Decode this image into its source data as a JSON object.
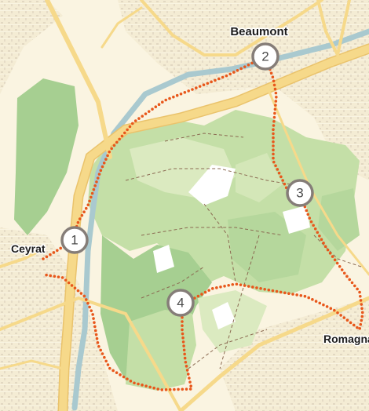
{
  "map": {
    "places": [
      {
        "name": "Beaumont"
      },
      {
        "name": "Ceyrat"
      },
      {
        "name": "Romagnat"
      }
    ],
    "waypoints": [
      {
        "number": "1"
      },
      {
        "number": "2"
      },
      {
        "number": "3"
      },
      {
        "number": "4"
      }
    ],
    "colors": {
      "background": "#faf4e1",
      "forest_dark": "#a6cf91",
      "forest_mid": "#c4dfa7",
      "forest_light": "#dbeac0",
      "river": "#a9c9cf",
      "road": "#f6d98a",
      "road_edge": "#eac36c",
      "route_dot": "#e8571b",
      "waypoint_ring": "#857d78"
    }
  }
}
